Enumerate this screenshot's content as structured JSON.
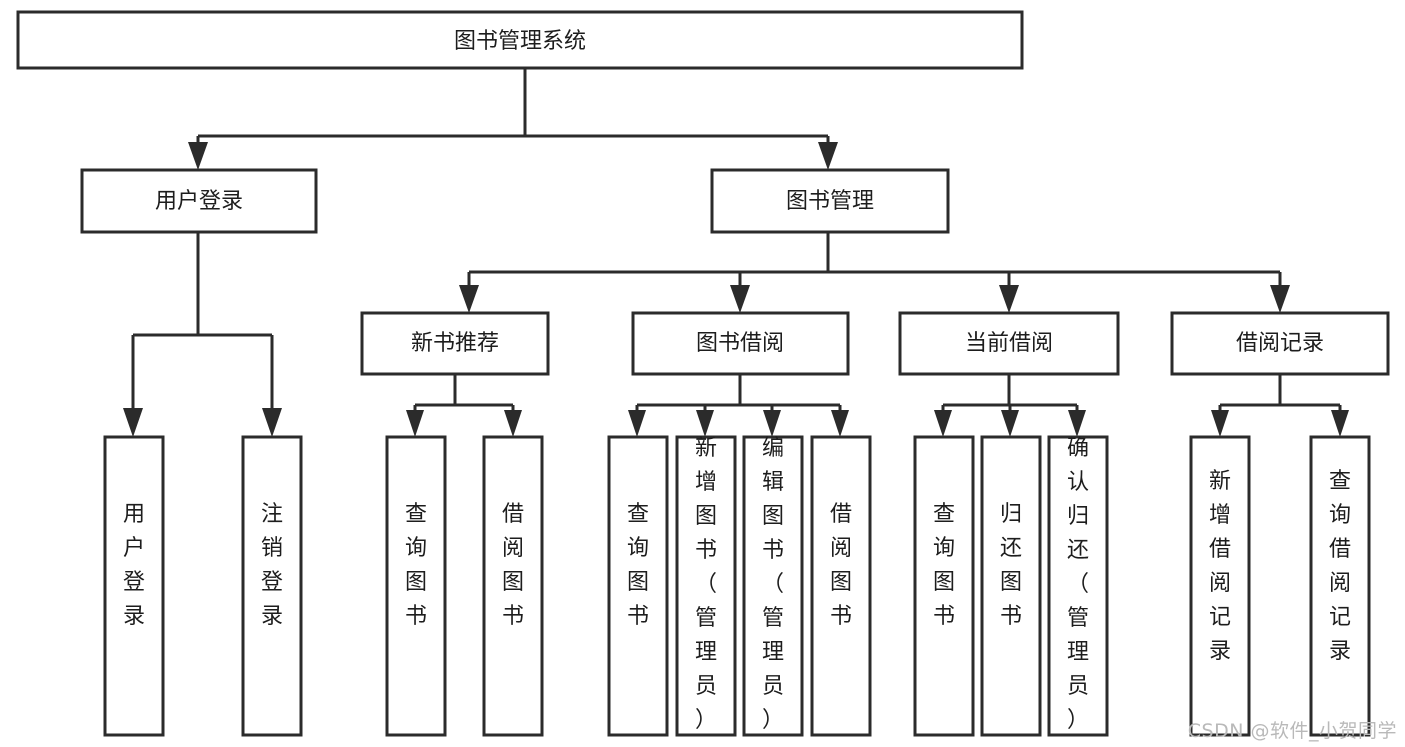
{
  "diagram": {
    "title": "图书管理系统",
    "type": "tree-hierarchy-diagram",
    "root": {
      "id": "root",
      "label": "图书管理系统"
    },
    "level2": [
      {
        "id": "user-login",
        "label": "用户登录"
      },
      {
        "id": "book-manage",
        "label": "图书管理"
      }
    ],
    "level3": [
      {
        "id": "new-book-recommend",
        "label": "新书推荐"
      },
      {
        "id": "book-borrow",
        "label": "图书借阅"
      },
      {
        "id": "current-borrow",
        "label": "当前借阅"
      },
      {
        "id": "borrow-record",
        "label": "借阅记录"
      }
    ],
    "leaves": [
      {
        "id": "leaf-user-login",
        "label": "用户登录",
        "parent": "user-login"
      },
      {
        "id": "leaf-logout-login",
        "label": "注销登录",
        "parent": "user-login"
      },
      {
        "id": "leaf-query-book-1",
        "label": "查询图书",
        "parent": "new-book-recommend"
      },
      {
        "id": "leaf-borrow-book-1",
        "label": "借阅图书",
        "parent": "new-book-recommend"
      },
      {
        "id": "leaf-query-book-2",
        "label": "查询图书",
        "parent": "book-borrow"
      },
      {
        "id": "leaf-add-book",
        "label": "新增图书（管理员）",
        "parent": "book-borrow"
      },
      {
        "id": "leaf-edit-book",
        "label": "编辑图书（管理员）",
        "parent": "book-borrow"
      },
      {
        "id": "leaf-borrow-book-2",
        "label": "借阅图书",
        "parent": "book-borrow"
      },
      {
        "id": "leaf-query-book-3",
        "label": "查询图书",
        "parent": "current-borrow"
      },
      {
        "id": "leaf-return-book",
        "label": "归还图书",
        "parent": "current-borrow"
      },
      {
        "id": "leaf-confirm-return",
        "label": "确认归还（管理员）",
        "parent": "current-borrow"
      },
      {
        "id": "leaf-add-record",
        "label": "新增借阅记录",
        "parent": "borrow-record"
      },
      {
        "id": "leaf-query-record",
        "label": "查询借阅记录",
        "parent": "borrow-record"
      }
    ],
    "colors": {
      "stroke": "#2b2b2b",
      "fill": "#ffffff",
      "text": "#1d1d1d",
      "watermark": "#b9b9b9"
    }
  },
  "watermark": {
    "text": "CSDN @软件_小贺同学"
  }
}
